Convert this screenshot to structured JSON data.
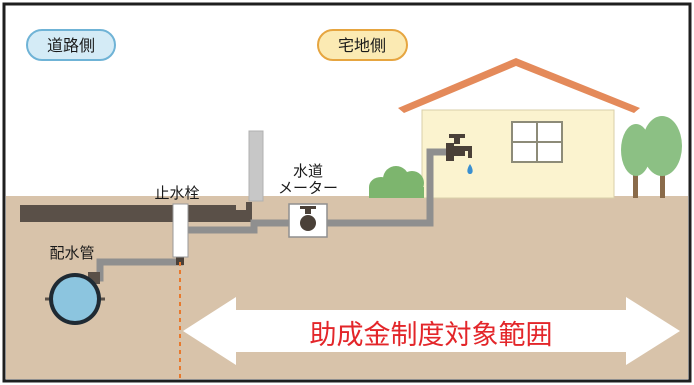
{
  "labels": {
    "road_side": "道路側",
    "house_side": "宅地側",
    "water_meter_line1": "水道",
    "water_meter_line2": "メーター",
    "stop_valve": "止水栓",
    "distribution_pipe": "配水管",
    "subsidy_scope": "助成金制度対象範囲"
  },
  "colors": {
    "road_badge_fill": "#d4ebf6",
    "road_badge_stroke": "#6fb3d6",
    "house_badge_fill": "#fbeab3",
    "house_badge_stroke": "#e6a540",
    "soil": "#d8c3aa",
    "road_surface": "#5a5048",
    "pipe": "#8f8f8f",
    "house_wall": "#fbf3cf",
    "roof": "#e48a5a",
    "scope_text": "#e3262a",
    "frame": "#1f1f1f"
  },
  "icons": [
    "faucet-icon",
    "water-drop-icon",
    "meter-valve-icon",
    "tree-icon",
    "shrub-icon",
    "double-arrow-icon"
  ]
}
